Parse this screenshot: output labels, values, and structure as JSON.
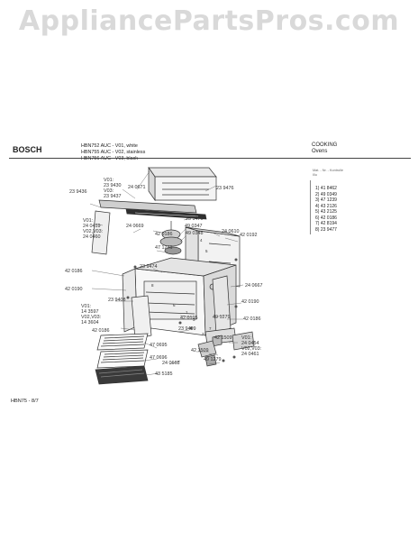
{
  "watermark": "AppliancePartsPros.com",
  "header": {
    "brand": "BOSCH",
    "models": [
      "HBN752 AUC - V01, white",
      "HBN755 AUC - V02, stainless",
      "HBN756 AUC - V03, black"
    ],
    "category": "COOKING",
    "subcategory": "Ovens"
  },
  "legend": {
    "heading": [
      "Mat. - Nr. - Kontrolle",
      "Illu"
    ],
    "items": [
      "1) 41 8462",
      "2) 49 0349",
      "3) 47 1239",
      "4) 43 2126",
      "5) 43 2125",
      "6) 42 0186",
      "7) 42 8194",
      "8) 23 9477"
    ]
  },
  "parts": [
    {
      "id": "p1",
      "text": "V01:\n23 9430\nV03:\n23 9437"
    },
    {
      "id": "p2",
      "text": "24 0671"
    },
    {
      "id": "p3",
      "text": "23 9476"
    },
    {
      "id": "p4",
      "text": "23 9436"
    },
    {
      "id": "p5",
      "text": "V01:\n24 0459\nV02,V03:\n24 0460"
    },
    {
      "id": "p6",
      "text": "24 0669"
    },
    {
      "id": "p7",
      "text": "42 0186"
    },
    {
      "id": "p8",
      "text": "23 9475"
    },
    {
      "id": "p9",
      "text": "49 0347"
    },
    {
      "id": "p10",
      "text": "49 0348"
    },
    {
      "id": "p11",
      "text": "24 0610"
    },
    {
      "id": "p12",
      "text": "42 0192"
    },
    {
      "id": "p13",
      "text": "47 1241"
    },
    {
      "id": "p14",
      "text": "23 9474"
    },
    {
      "id": "p15",
      "text": "42 0186"
    },
    {
      "id": "p16",
      "text": "42 0190"
    },
    {
      "id": "p17",
      "text": "24 0667"
    },
    {
      "id": "p18",
      "text": "23 9408"
    },
    {
      "id": "p19",
      "text": "42 0190"
    },
    {
      "id": "p20",
      "text": "V01:\n14 3597\nV02,V03:\n14 3604"
    },
    {
      "id": "p21",
      "text": "42 0195"
    },
    {
      "id": "p22",
      "text": "49 1279"
    },
    {
      "id": "p23",
      "text": "42 0186"
    },
    {
      "id": "p24",
      "text": "42 0186"
    },
    {
      "id": "p25",
      "text": "23 9409"
    },
    {
      "id": "p26",
      "text": "47 0695"
    },
    {
      "id": "p27",
      "text": "47 0696"
    },
    {
      "id": "p28",
      "text": "24 0668"
    },
    {
      "id": "p29",
      "text": "42 1509"
    },
    {
      "id": "p30",
      "text": "V01:\n24 0454\nV02,V03:\n24 0461"
    },
    {
      "id": "p31",
      "text": "42 1509"
    },
    {
      "id": "p32",
      "text": "43 5185"
    },
    {
      "id": "p33",
      "text": "49 1279"
    }
  ],
  "footer": "HBN75 - 8/7"
}
